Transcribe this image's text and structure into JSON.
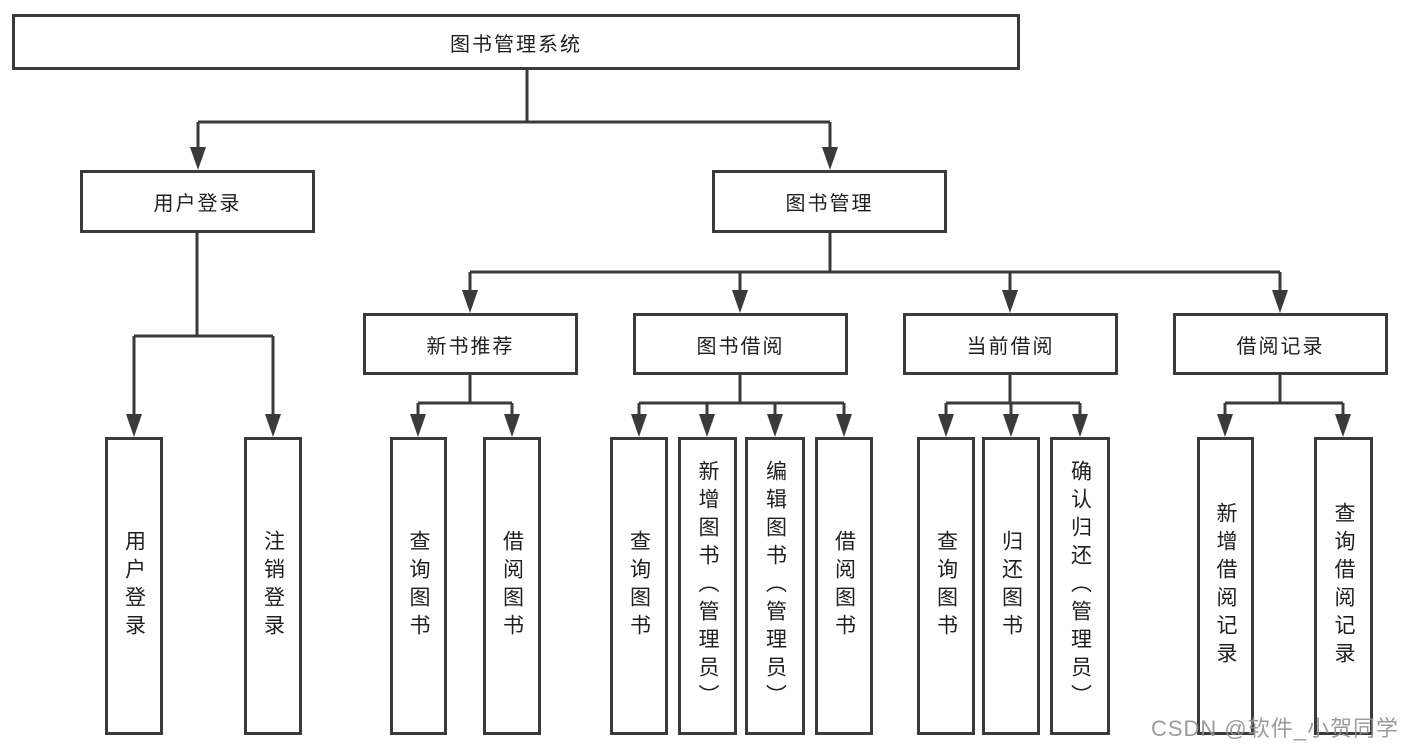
{
  "diagram": {
    "title": "图书管理系统",
    "nodes": {
      "root": "图书管理系统",
      "level2": {
        "user_login": "用户登录",
        "book_management": "图书管理"
      },
      "level3": {
        "new_book_recommend": "新书推荐",
        "book_borrowing": "图书借阅",
        "current_borrowing": "当前借阅",
        "borrowing_records": "借阅记录"
      },
      "leaves": {
        "user_login_children": [
          "用户登录",
          "注销登录"
        ],
        "new_book_recommend_children": [
          "查询图书",
          "借阅图书"
        ],
        "book_borrowing_children": [
          "查询图书",
          "新增图书（管理员）",
          "编辑图书（管理员）",
          "借阅图书"
        ],
        "current_borrowing_children": [
          "查询图书",
          "归还图书",
          "确认归还（管理员）"
        ],
        "borrowing_records_children": [
          "新增借阅记录",
          "查询借阅记录"
        ]
      }
    },
    "watermark": "CSDN @软件_小贺同学",
    "colors": {
      "line": "#3a3a3a",
      "node_border": "#3a3a3a",
      "text": "#1f1f1f",
      "watermark": "#929292",
      "background": "#ffffff"
    }
  }
}
